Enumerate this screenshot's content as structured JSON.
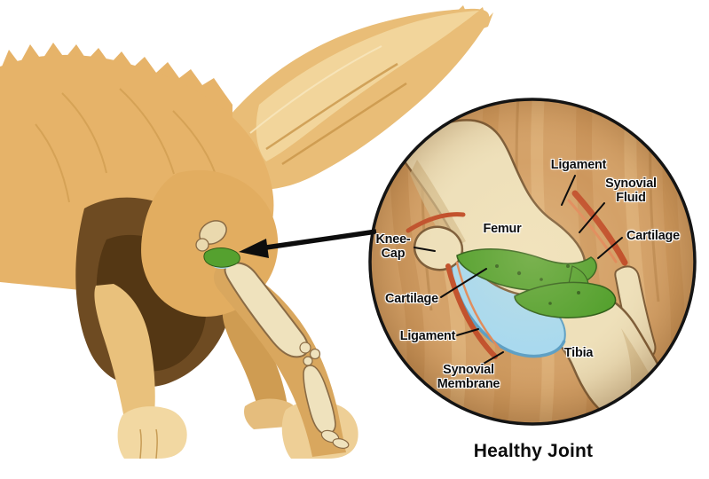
{
  "inset": {
    "labels": {
      "ligament_top": "Ligament",
      "synovial_fluid": "Synovial\nFluid",
      "cartilage_right": "Cartilage",
      "femur": "Femur",
      "knee_cap": "Knee-\nCap",
      "cartilage_left": "Cartilage",
      "ligament_left": "Ligament",
      "synovial_membrane": "Synovial\nMembrane",
      "tibia": "Tibia"
    },
    "caption": "Healthy Joint"
  },
  "colors": {
    "cartilage_green": "#55a12f",
    "cartilage_green_dark": "#2f5e18",
    "synovial_fluid_blue": "#a9d9ee",
    "membrane_blue": "#5d9fc4",
    "ligament_red": "#c2512c",
    "ligament_light": "#e08a5a",
    "bone_cream": "#eee0ba",
    "bone_outline": "#7c5c38",
    "fur_gold": "#e6b369",
    "fur_dark_brown": "#6e4b22",
    "circle_border": "#141414",
    "label_color": "#0f0f0f"
  }
}
